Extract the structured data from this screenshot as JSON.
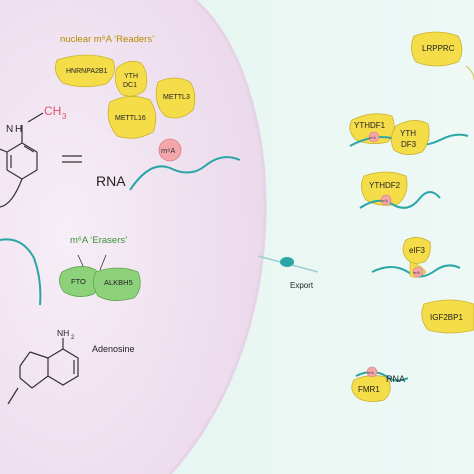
{
  "nucleus": {
    "readers_title": "nuclear m⁶A ‘Readers’",
    "erasers_title": "m⁶A ‘Erasers’",
    "readers": [
      "HNRNPA2B1",
      "YTH",
      "DC1",
      "METTL3",
      "METTL16"
    ],
    "erasers": [
      "FTO",
      "ALKBH5"
    ],
    "rna_label": "RNA",
    "mark_label": "m⁶A",
    "methyl_group": "CH",
    "methyl_sub": "3",
    "amine_n": "N",
    "amine_h": "H",
    "adenosine_label": "Adenosine",
    "nh2": "NH",
    "nh2_sub": "2"
  },
  "transport": {
    "export_label": "Export"
  },
  "cytoplasm": {
    "proteins": [
      "LRPPRC",
      "YTHDF1",
      "YTH",
      "DF3",
      "YTHDF2",
      "eIF3",
      "IGF2BP1",
      "FMR1"
    ],
    "mark_small": "m⁶A",
    "rna_label": "RNA"
  },
  "colors": {
    "nucleus_fill": "#f1e6f1",
    "cytoplasm_fill": "#e6f5f1",
    "reader_yellow": "#f5dd4a",
    "eraser_green": "#8ed17b",
    "rna_teal": "#2aa6a6",
    "mark_pink": "#f4a6ab",
    "methyl_red": "#e0506a"
  }
}
